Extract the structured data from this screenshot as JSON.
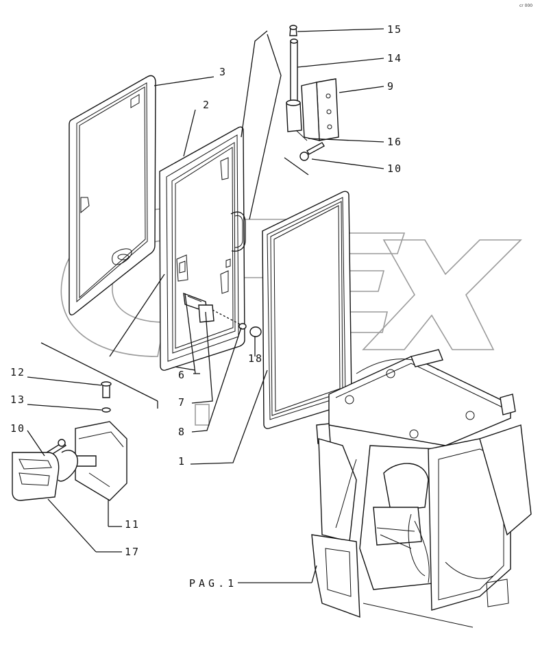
{
  "figure": {
    "corner_mark": "cr 000",
    "reference": "PAG.1"
  },
  "callouts": [
    {
      "id": "1",
      "label": "1"
    },
    {
      "id": "2",
      "label": "2"
    },
    {
      "id": "3",
      "label": "3"
    },
    {
      "id": "6",
      "label": "6"
    },
    {
      "id": "7",
      "label": "7"
    },
    {
      "id": "8",
      "label": "8"
    },
    {
      "id": "9",
      "label": "9"
    },
    {
      "id": "10a",
      "label": "10"
    },
    {
      "id": "10b",
      "label": "10"
    },
    {
      "id": "11",
      "label": "11"
    },
    {
      "id": "12",
      "label": "12"
    },
    {
      "id": "13",
      "label": "13"
    },
    {
      "id": "14",
      "label": "14"
    },
    {
      "id": "15",
      "label": "15"
    },
    {
      "id": "16",
      "label": "16"
    },
    {
      "id": "17",
      "label": "17"
    },
    {
      "id": "18",
      "label": "18"
    }
  ],
  "watermark": "OREX"
}
